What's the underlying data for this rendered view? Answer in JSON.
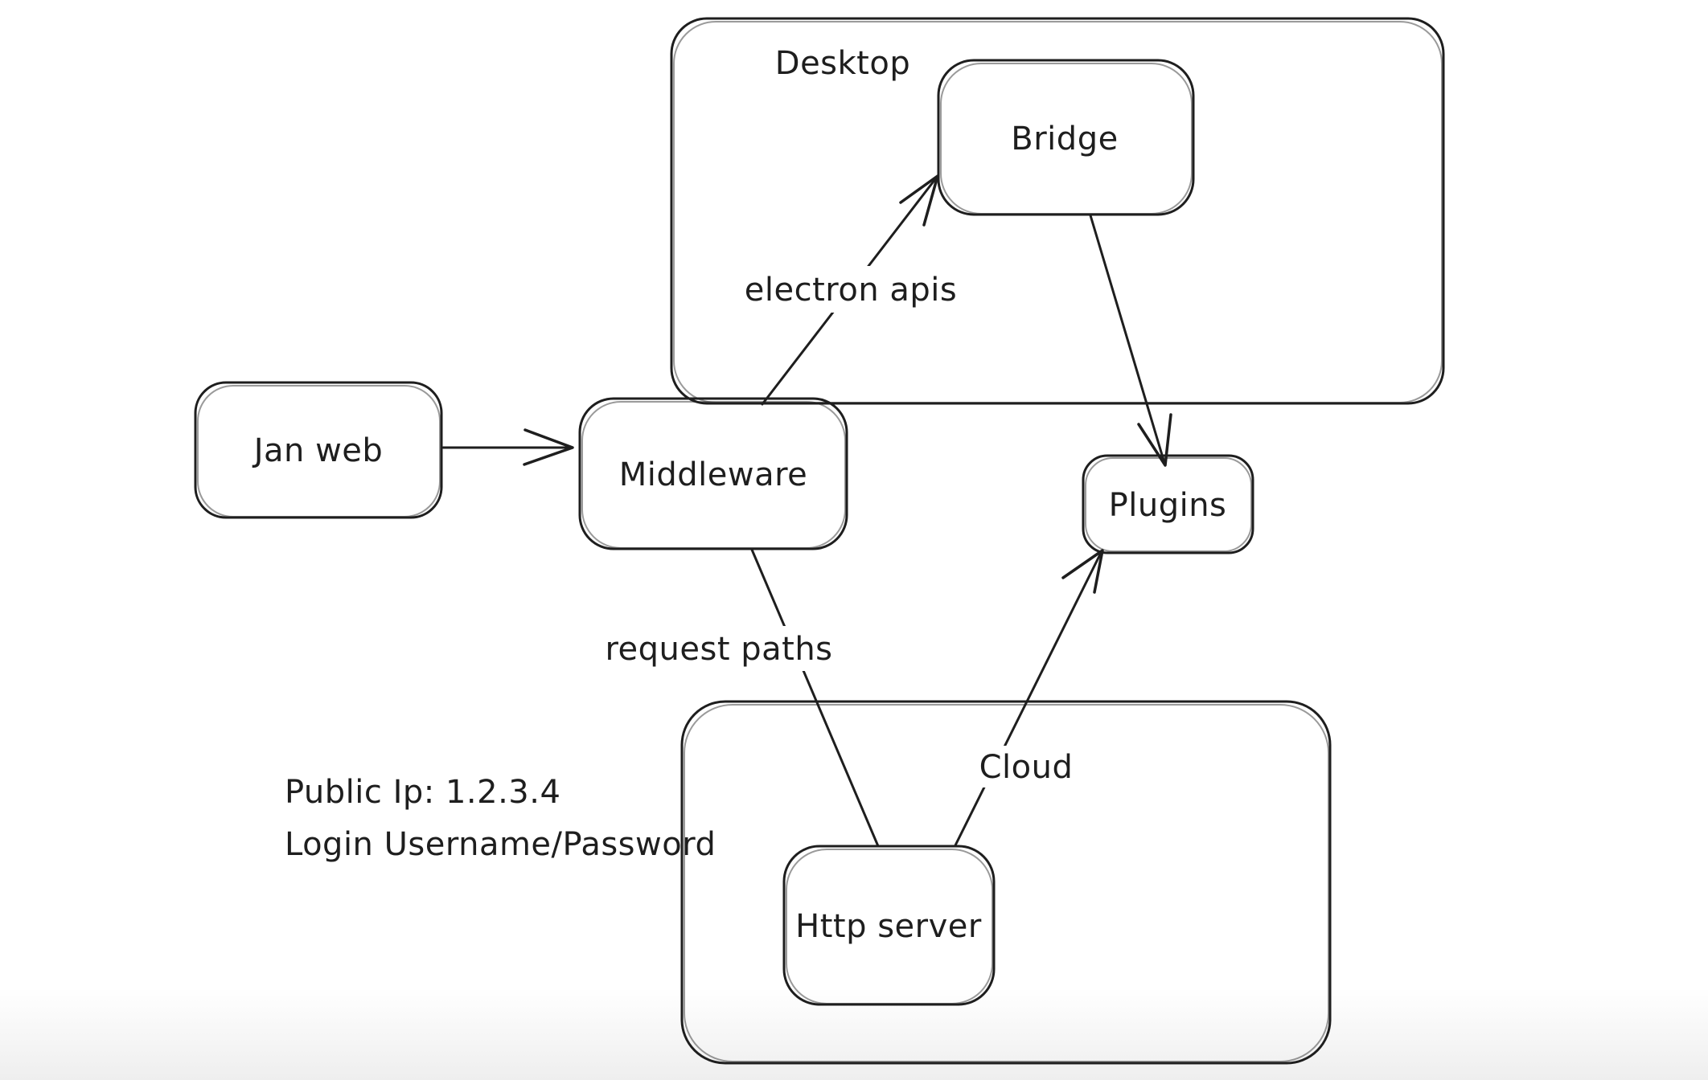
{
  "diagram": {
    "background": "#ffffff",
    "stroke_color": "#1e1e1e",
    "containers": [
      {
        "id": "desktop",
        "label": "Desktop"
      },
      {
        "id": "cloud",
        "label": "Cloud"
      }
    ],
    "nodes": [
      {
        "id": "jan-web",
        "label": "Jan web"
      },
      {
        "id": "middleware",
        "label": "Middleware"
      },
      {
        "id": "bridge",
        "label": "Bridge"
      },
      {
        "id": "plugins",
        "label": "Plugins"
      },
      {
        "id": "http-server",
        "label": "Http server"
      }
    ],
    "edges": [
      {
        "from": "jan-web",
        "to": "middleware",
        "label": "",
        "arrowhead": "open-chevron"
      },
      {
        "from": "middleware",
        "to": "bridge",
        "label": "electron apis",
        "arrowhead": "open-chevron"
      },
      {
        "from": "bridge",
        "to": "plugins",
        "label": "",
        "arrowhead": "open-chevron"
      },
      {
        "from": "middleware",
        "to": "http-server",
        "label": "request paths",
        "arrowhead": "none"
      },
      {
        "from": "http-server",
        "to": "plugins",
        "label": "",
        "arrowhead": "open-chevron"
      }
    ],
    "note": {
      "line1": "Public Ip: 1.2.3.4",
      "line2": "Login Username/Password"
    }
  }
}
